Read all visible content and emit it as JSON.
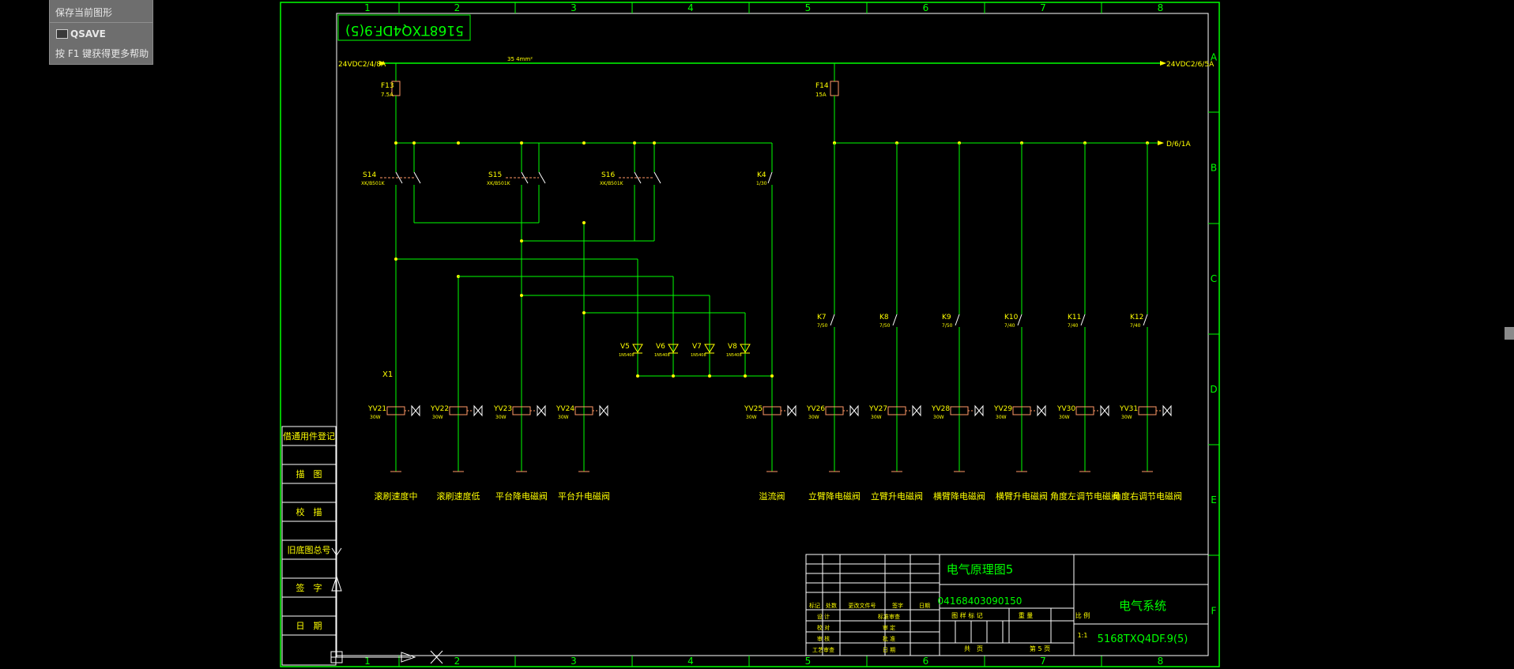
{
  "tooltip": {
    "line1": "保存当前图形",
    "command": "QSAVE",
    "help": "按 F1 键获得更多帮助"
  },
  "drawing": {
    "title_stamp": "5168TXQ4DF.9(5)",
    "bus_left_label": "24VDC2/4/8A",
    "bus_right_label": "24VDC2/6/5A",
    "bus_wire": "35  4mm²",
    "right_bus_label": "D/6/1A",
    "column_numbers": [
      "1",
      "2",
      "3",
      "4",
      "5",
      "6",
      "7",
      "8"
    ],
    "row_letters": [
      "A",
      "B",
      "C",
      "D",
      "E",
      "F"
    ],
    "left_panel": [
      "借通用件登记",
      "描　图",
      "校　描",
      "旧底图总号",
      "签　字",
      "日　期"
    ],
    "fuses": [
      {
        "name": "F13",
        "rating": "7.5A"
      },
      {
        "name": "F14",
        "rating": "15A"
      }
    ],
    "switches": [
      {
        "name": "S14",
        "code": "XK/B501K"
      },
      {
        "name": "S15",
        "code": "XK/B501K"
      },
      {
        "name": "S16",
        "code": "XK/B501K"
      }
    ],
    "relay_k4": {
      "name": "K4",
      "code": "1/30"
    },
    "relays": [
      {
        "name": "K7",
        "code": "7/50"
      },
      {
        "name": "K8",
        "code": "7/50"
      },
      {
        "name": "K9",
        "code": "7/50"
      },
      {
        "name": "K10",
        "code": "7/40"
      },
      {
        "name": "K11",
        "code": "7/40"
      },
      {
        "name": "K12",
        "code": "7/40"
      }
    ],
    "diodes": [
      {
        "name": "V5",
        "code": "1N5408"
      },
      {
        "name": "V6",
        "code": "1N5408"
      },
      {
        "name": "V7",
        "code": "1N5408"
      },
      {
        "name": "V8",
        "code": "1N5408"
      }
    ],
    "x1_label": "X1",
    "valves": [
      {
        "name": "YV21",
        "power": "30W",
        "desc": "滚刷速度中"
      },
      {
        "name": "YV22",
        "power": "30W",
        "desc": "滚刷速度低"
      },
      {
        "name": "YV23",
        "power": "30W",
        "desc": "平台降电磁阀"
      },
      {
        "name": "YV24",
        "power": "30W",
        "desc": "平台升电磁阀"
      },
      {
        "name": "YV25",
        "power": "30W",
        "desc": "溢流阀"
      },
      {
        "name": "YV26",
        "power": "30W",
        "desc": "立臂降电磁阀"
      },
      {
        "name": "YV27",
        "power": "30W",
        "desc": "立臂升电磁阀"
      },
      {
        "name": "YV28",
        "power": "30W",
        "desc": "横臂降电磁阀"
      },
      {
        "name": "YV29",
        "power": "30W",
        "desc": "横臂升电磁阀"
      },
      {
        "name": "YV30",
        "power": "30W",
        "desc": "角度左调节电磁阀"
      },
      {
        "name": "YV31",
        "power": "30W",
        "desc": "角度右调节电磁阀"
      }
    ],
    "title_block": {
      "drawing_title": "电气原理图5",
      "drawing_number": "04168403090150",
      "system": "电气系统",
      "code": "5168TXQ4DF.9(5)",
      "scale": "1:1",
      "headers": [
        "标记",
        "处数",
        "更改文件号",
        "签字",
        "日期"
      ],
      "roles": [
        "设 计",
        "校 对",
        "审 核",
        "工艺审查"
      ],
      "roles2": [
        "标准审查",
        "审 定",
        "批 准",
        "日 期"
      ],
      "stage": "图 样 标 记",
      "weight": "重 量",
      "ratio": "比 例",
      "sheets_total": "共　页",
      "sheet_no": "第 5 页"
    }
  },
  "colors": {
    "green": "#00ff00",
    "yellow": "#ffff00",
    "white": "#ffffff",
    "orange": "#ff9966",
    "background": "#000000"
  }
}
